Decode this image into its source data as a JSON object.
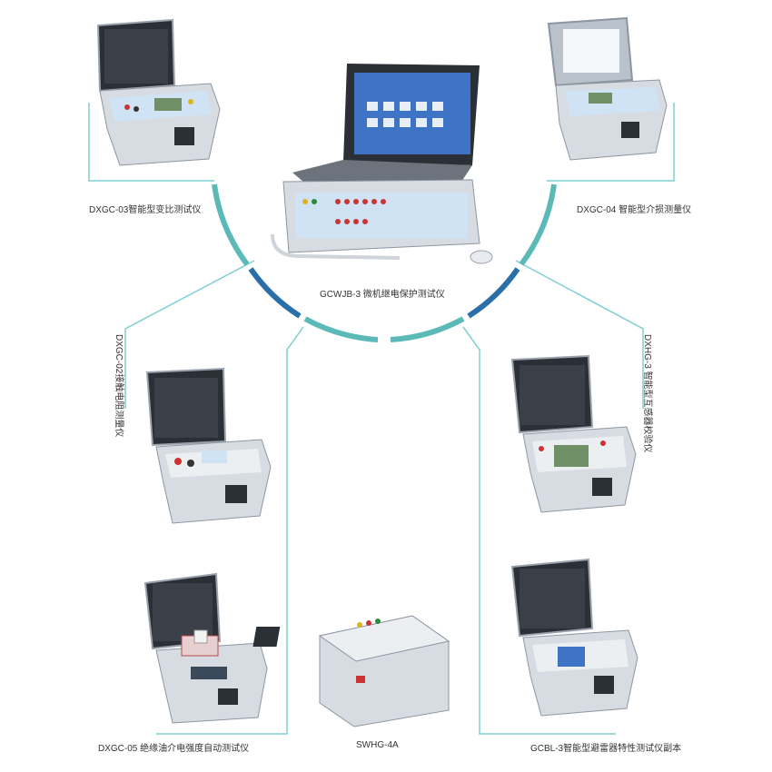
{
  "colors": {
    "arc_teal": "#5bbab8",
    "arc_dark_blue": "#2a6fa8",
    "connector_line": "#7fcfd0",
    "case_silver": "#d7dce2",
    "case_dark": "#2b2f36",
    "panel_blue": "#cfe3f5",
    "screen_green": "#6f8f66",
    "screen_blue": "#3f73c6"
  },
  "devices": [
    {
      "id": "dxgc03",
      "label": "DXGC-03智能型变比测试仪",
      "icon": "open-case-tester"
    },
    {
      "id": "gcwjb3",
      "label": "GCWJB-3 微机继电保护测试仪",
      "icon": "laptop-relay-tester"
    },
    {
      "id": "dxgc04",
      "label": "DXGC-04 智能型介损测量仪",
      "icon": "open-case-tester"
    },
    {
      "id": "dxgc02",
      "label": "DXGC-02接触电阻测量仪",
      "icon": "open-case-tester"
    },
    {
      "id": "dxhg3",
      "label": "DXHG-3 智能型互感器校验仪",
      "icon": "open-case-tester"
    },
    {
      "id": "dxgc05",
      "label": "DXGC-05 绝缘油介电强度自动测试仪",
      "icon": "open-case-tester"
    },
    {
      "id": "swhg4a",
      "label": "SWHG-4A",
      "icon": "rack-unit-tester"
    },
    {
      "id": "gcbl3",
      "label": "GCBL-3智能型避雷器特性测试仪副本",
      "icon": "open-case-tester"
    }
  ]
}
